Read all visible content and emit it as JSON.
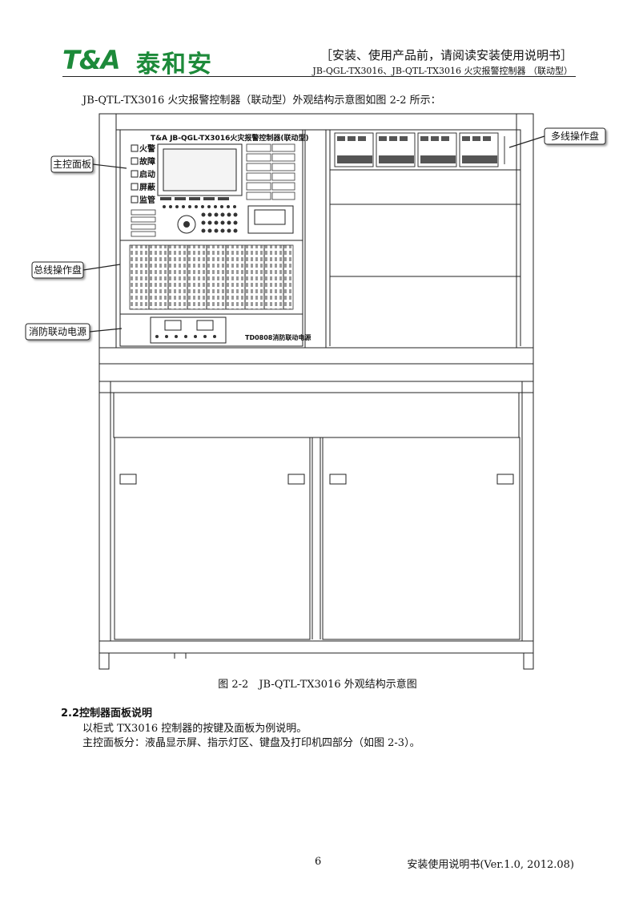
{
  "header": {
    "logo_mark": "T&A",
    "logo_cn": "泰和安",
    "title_line1": "［安装、使用产品前，请阅读安装使用说明书］",
    "title_line2": "JB-QGL-TX3016、JB-QTL-TX3016 火灾报警控制器 （联动型）"
  },
  "intro": "JB-QTL-TX3016 火灾报警控制器（联动型）外观结构示意图如图 2-2 所示：",
  "figure": {
    "callouts": {
      "main_panel": "主控面板",
      "bus_panel": "总线操作盘",
      "power": "消防联动电源",
      "multi_line": "多线操作盘"
    },
    "device": {
      "brand_title": "T&A JB-QGL-TX3016火灾报警控制器(联动型)",
      "indicators": [
        "火警",
        "故障",
        "启动",
        "屏蔽",
        "监管"
      ],
      "power_model": "TD0808消防联动电源"
    },
    "caption": "图 2-2　JB-QTL-TX3016 外观结构示意图"
  },
  "section": {
    "title": "2.2控制器面板说明",
    "para1": "以柜式 TX3016 控制器的按键及面板为例说明。",
    "para2": "主控面板分：液晶显示屏、指示灯区、键盘及打印机四部分（如图 2-3）。"
  },
  "footer": {
    "page_number": "6",
    "doc_info": "安装使用说明书(Ver.1.0, 2012.08)"
  }
}
